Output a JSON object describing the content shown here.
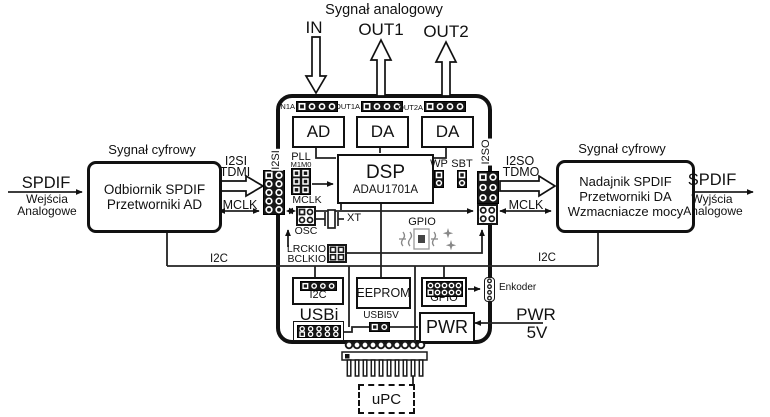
{
  "top": {
    "title": "Sygnał analogowy",
    "in": "IN",
    "out1": "OUT1",
    "out2": "OUT2"
  },
  "left": {
    "signal": "Sygnał cyfrowy",
    "box1": "Odbiornik SPDIF",
    "box2": "Przetworniki AD",
    "spdif": "SPDIF",
    "sub1": "Wejścia",
    "sub2": "Analogowe",
    "i2si": "I2SI",
    "tdmi": "TDMI",
    "mclk": "MCLK",
    "i2c": "I2C"
  },
  "right": {
    "signal": "Sygnał cyfrowy",
    "box1": "Nadajnik SPDIF",
    "box2": "Przetworniki DA",
    "box3": "Wzmacniacze mocy",
    "spdif": "SPDIF",
    "sub1": "Wyjścia",
    "sub2": "Analogowe",
    "i2so": "I2SO",
    "tdmo": "TDMO",
    "mclk": "MCLK",
    "i2c": "I2C"
  },
  "board": {
    "in1a": "IN1A",
    "out1a": "OUT1A",
    "out2a": "OUT2A",
    "ad": "AD",
    "da1": "DA",
    "da2": "DA",
    "dsp": "DSP",
    "dsp_part": "ADAU1701A",
    "pll": "PLL",
    "m1m0": "M1M0",
    "wp": "WP",
    "sbt": "SBT",
    "i2si_vert": "I2SI",
    "i2so_vert": "I2SO",
    "mclk_label": "MCLK",
    "osc": "OSC",
    "xt": "XT",
    "lrckio": "LRCKIO",
    "bclkio": "BCLKIO",
    "gpio_label": "GPIO",
    "i2c_conn": "I2C",
    "eeprom": "EEPROM",
    "gpio_conn": "GPIO",
    "usbi": "USBi",
    "usbi5v": "USBI5V",
    "pwr": "PWR"
  },
  "ext": {
    "enkoder": "Enkoder",
    "pwr": "PWR",
    "v5": "5V",
    "upc": "uPC"
  }
}
